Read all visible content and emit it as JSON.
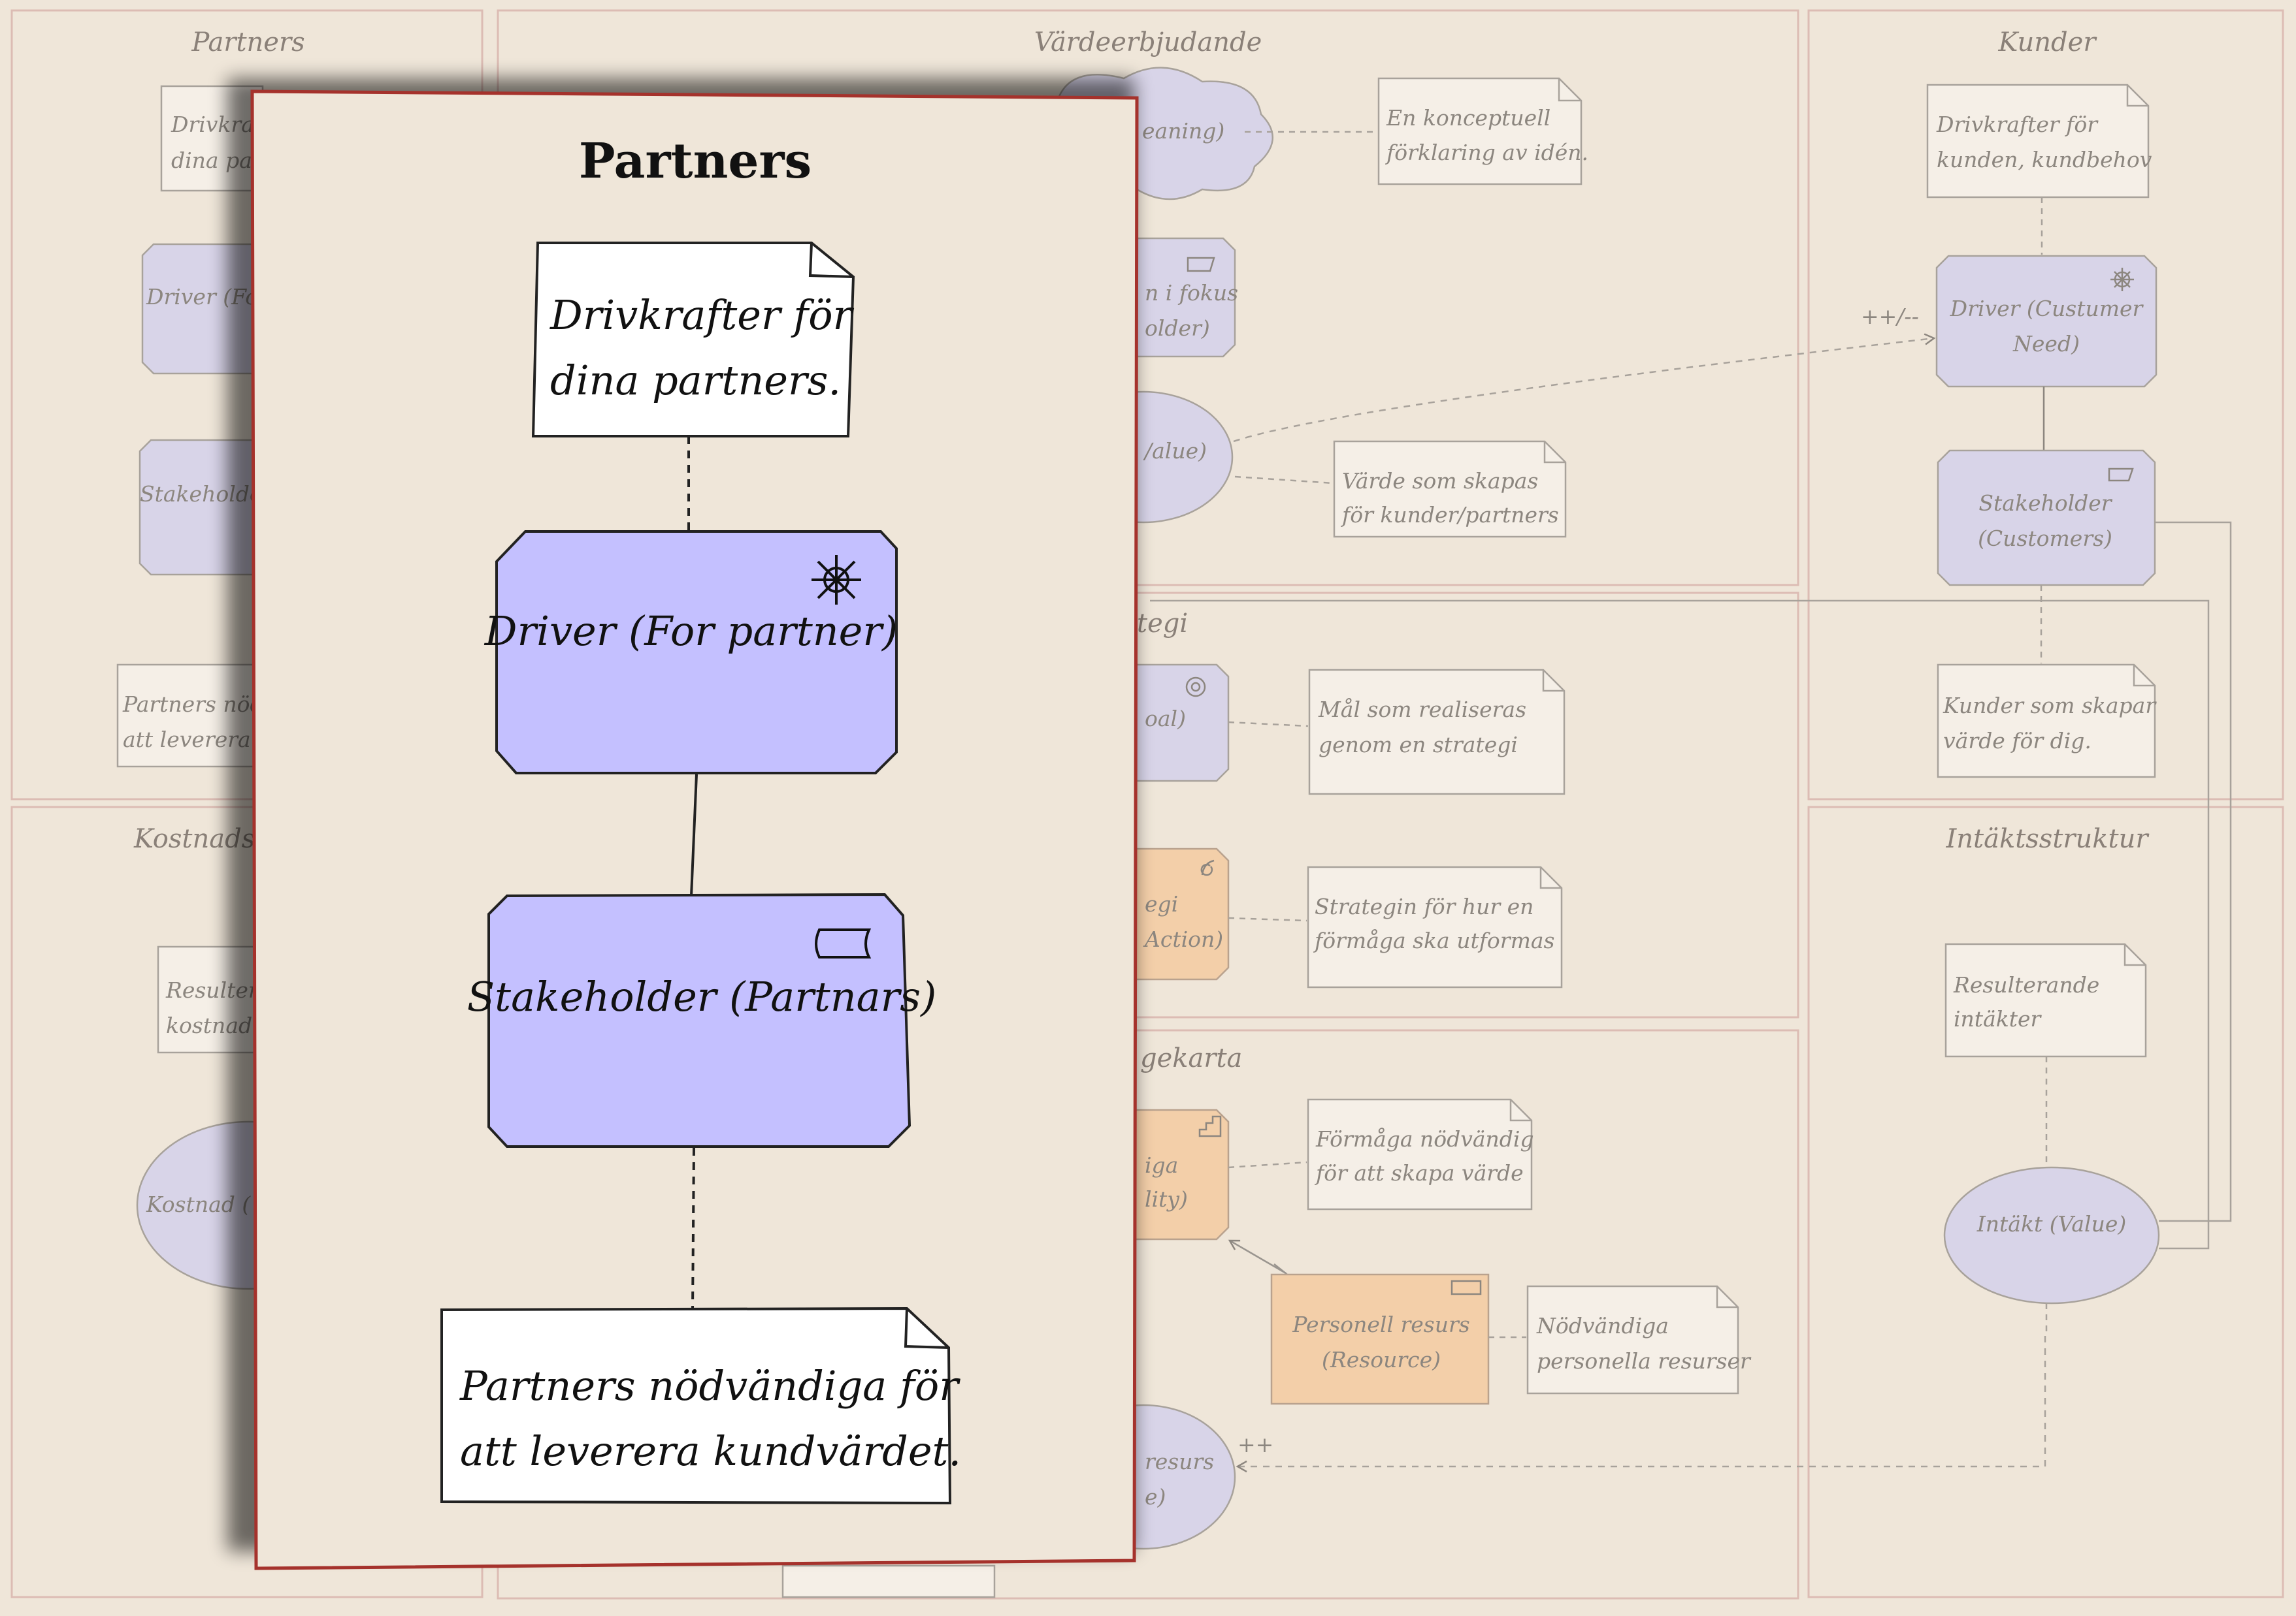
{
  "canvas": {
    "sections": {
      "partners": "Partners",
      "value_proposition": "Värdeerbjudande",
      "customers": "Kunder",
      "strategy": "tegi",
      "map": "gekarta",
      "cost": "Kostnads",
      "revenue": "Intäktsstruktur"
    },
    "partners_bg": {
      "note_top": [
        "Drivkra",
        "dina pa"
      ],
      "driver": "Driver (Fo",
      "stakeholder": "Stakeholde",
      "note_bottom": [
        "Partners nöd",
        "att leverera"
      ]
    },
    "value_prop": {
      "meaning": "eaning)",
      "concept_note": [
        "En konceptuell",
        "förklaring av idén."
      ],
      "focus": [
        "n i fokus",
        "older)"
      ],
      "value": "/alue)",
      "value_note": [
        "Värde som skapas",
        "för kunder/partners"
      ]
    },
    "customers": {
      "note_top": [
        "Drivkrafter för",
        "kunden, kundbehov"
      ],
      "driver": [
        "Driver (Custumer",
        "Need)"
      ],
      "stakeholder": [
        "Stakeholder",
        "(Customers)"
      ],
      "note_bottom": [
        "Kunder som skapar",
        "värde för dig."
      ],
      "assoc_label": "++/--"
    },
    "strategy": {
      "goal": "oal)",
      "goal_note": [
        "Mål som realiseras",
        "genom en strategi"
      ],
      "action": [
        "egi",
        "Action)"
      ],
      "action_note": [
        "Strategin för hur en",
        "förmåga ska utformas"
      ]
    },
    "map": {
      "capability": [
        "iga",
        "lity)"
      ],
      "capability_note": [
        "Förmåga nödvändig",
        "för att skapa värde"
      ],
      "resource": [
        "Personell resurs",
        "(Resource)"
      ],
      "resource_note": [
        "Nödvändiga",
        "personella resurser"
      ],
      "resource2": [
        "resurs",
        "e)"
      ],
      "assoc_label": "++"
    },
    "cost": {
      "note": [
        "Resulter",
        "kostnad"
      ],
      "value": "Kostnad ("
    },
    "revenue": {
      "note": [
        "Resulterande",
        "intäkter"
      ],
      "value": "Intäkt (Value)"
    }
  },
  "zoom": {
    "title": "Partners",
    "note_top": [
      "Drivkrafter för",
      "dina partners."
    ],
    "driver": "Driver (For partner)",
    "stakeholder": "Stakeholder (Partnars)",
    "note_bottom": [
      "Partners nödvändiga för",
      "att leverera kundvärdet."
    ]
  },
  "colors": {
    "background": "#efe6d9",
    "panel_border": "#dcbcb4",
    "zoom_border": "#a5322c",
    "motivation": "#c4c0ff",
    "motivation_faded": "#d8d4e8",
    "strategy": "#f3cfa9",
    "note": "#ffffff",
    "note_faded": "#f5efe7"
  }
}
